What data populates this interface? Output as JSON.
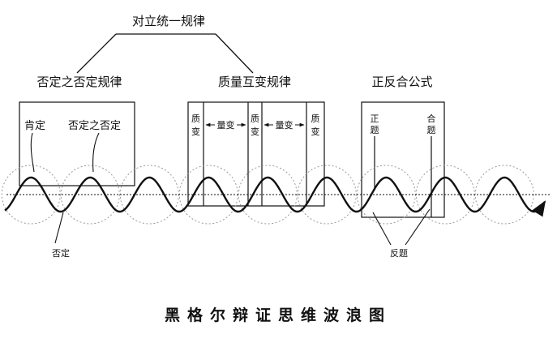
{
  "colors": {
    "ink": "#111111",
    "dotted": "#999999",
    "background": "#ffffff"
  },
  "labels": {
    "top": "对立统一规律",
    "negation": "否定之否定规律",
    "quality": "质量互变规律",
    "formula": "正反合公式",
    "affirm": "肯定",
    "neg_of_neg": "否定之否定",
    "negation_bottom": "否定",
    "zhi": "质",
    "bian": "变",
    "liangbian": "量变",
    "zheng": "正",
    "he": "合",
    "ti": "题",
    "fanti": "反题"
  },
  "caption": "黑格尔辩证思维波浪图"
}
